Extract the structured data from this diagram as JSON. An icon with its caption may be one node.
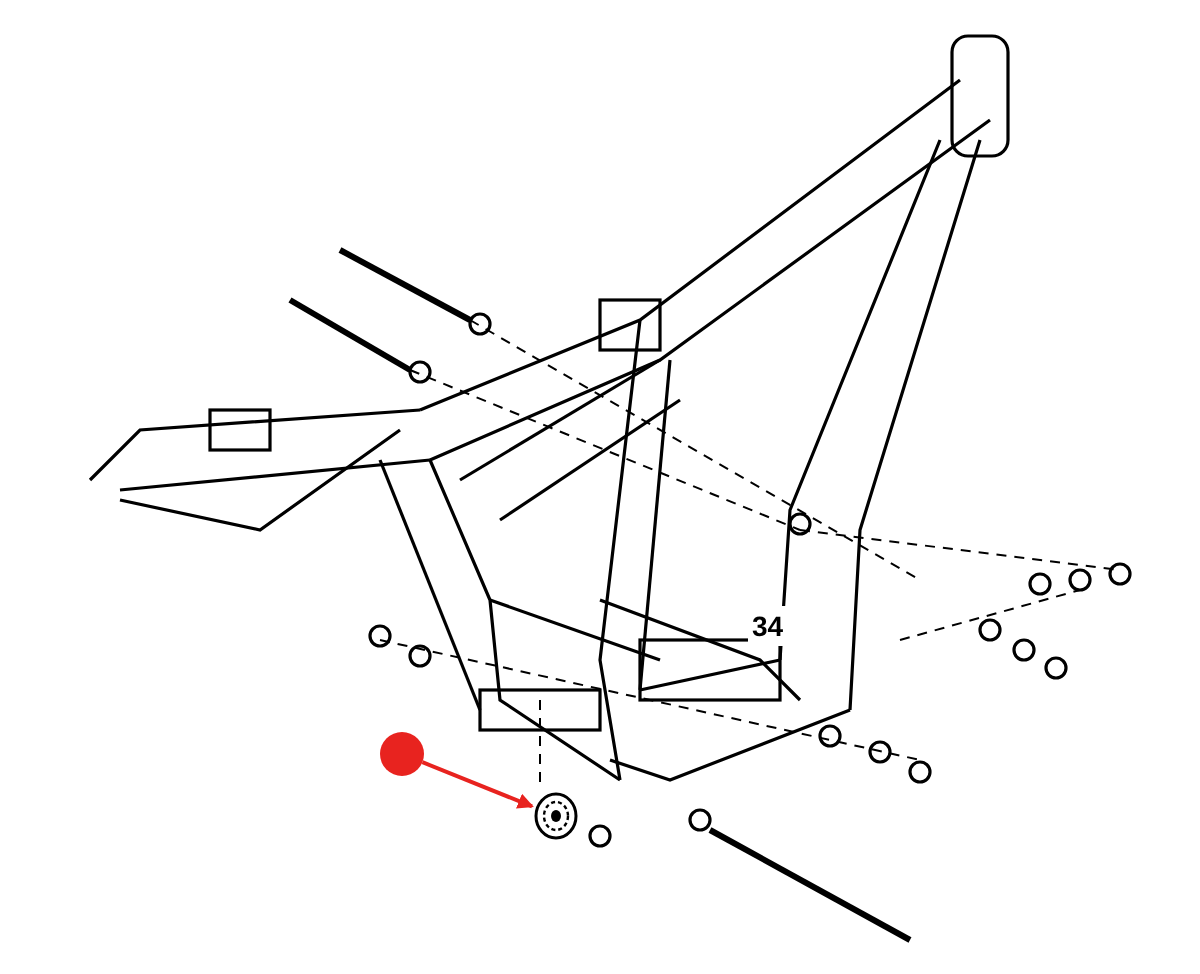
{
  "diagram": {
    "nodes": [
      {
        "text": [],
        "shape": "circle"
      },
      {
        "text": [],
        "shape": "picture"
      }
    ],
    "edges": [
      {
        "from": 0,
        "to": 1,
        "arrow": "to",
        "color": "#e8231f"
      }
    ],
    "labels": [
      "34"
    ]
  }
}
